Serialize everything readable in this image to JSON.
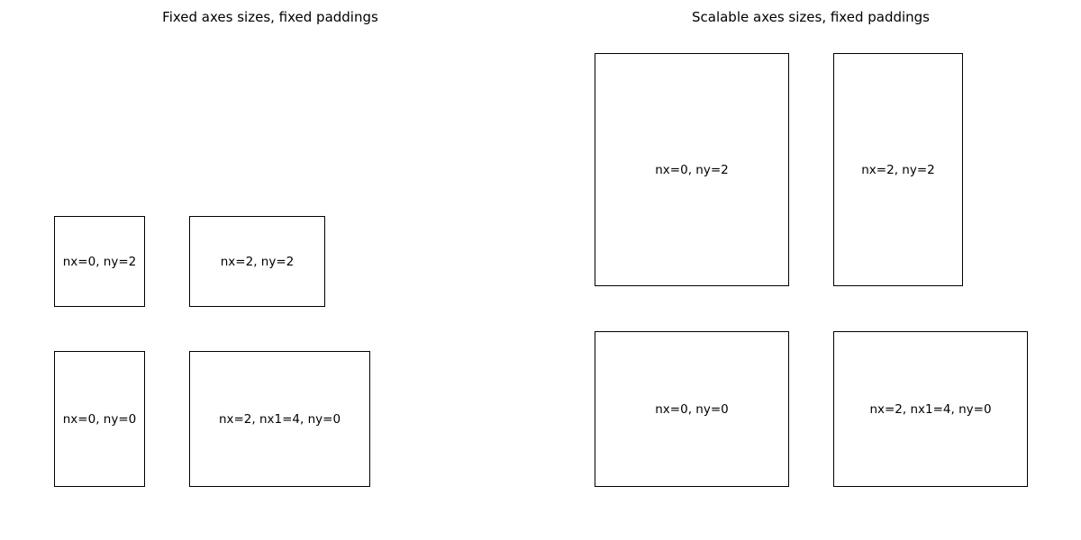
{
  "panels": {
    "left": {
      "title": "Fixed axes sizes, fixed paddings",
      "axes": [
        {
          "label": "nx=0, ny=2"
        },
        {
          "label": "nx=2, ny=2"
        },
        {
          "label": "nx=0, ny=0"
        },
        {
          "label": "nx=2, nx1=4, ny=0"
        }
      ]
    },
    "right": {
      "title": "Scalable axes sizes, fixed paddings",
      "axes": [
        {
          "label": "nx=0, ny=2"
        },
        {
          "label": "nx=2, ny=2"
        },
        {
          "label": "nx=0, ny=0"
        },
        {
          "label": "nx=2, nx1=4, ny=0"
        }
      ]
    }
  }
}
